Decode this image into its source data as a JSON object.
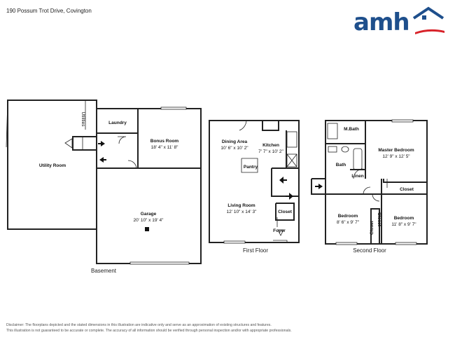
{
  "header": {
    "address": "190 Possum Trot Drive, Covington"
  },
  "logo": {
    "text": "amh",
    "brand_color": "#1e4f8c",
    "accent_color": "#d8232a"
  },
  "floors": {
    "basement": {
      "label": "Basement",
      "rooms": {
        "utility_room": {
          "name": "Utility Room"
        },
        "utilities": {
          "name": "Utilities"
        },
        "laundry": {
          "name": "Laundry"
        },
        "bonus_room": {
          "name": "Bonus Room",
          "size": "18' 4\" x 11' 8\""
        },
        "garage": {
          "name": "Garage",
          "size": "20' 10\" x 19' 4\""
        }
      }
    },
    "first": {
      "label": "First Floor",
      "rooms": {
        "dining_area": {
          "name": "Dining Area",
          "size": "10' 6\" x 10' 2\""
        },
        "kitchen": {
          "name": "Kitchen",
          "size": "7' 7\" x 10' 2\""
        },
        "pantry": {
          "name": "Pantry"
        },
        "living_room": {
          "name": "Living Room",
          "size": "12' 10\" x 14' 3\""
        },
        "closet": {
          "name": "Closet"
        },
        "foyer": {
          "name": "Foyer"
        }
      }
    },
    "second": {
      "label": "Second Floor",
      "rooms": {
        "m_bath": {
          "name": "M.Bath"
        },
        "master_bedroom": {
          "name": "Master Bedroom",
          "size": "12' 9\" x 12' 5\""
        },
        "bath": {
          "name": "Bath"
        },
        "linen": {
          "name": "Linen"
        },
        "closet": {
          "name": "Closet"
        },
        "bedroom_1": {
          "name": "Bedroom",
          "size": "8' 6\" x 9' 7\""
        },
        "closet_left": {
          "name": "Closet"
        },
        "closet_right": {
          "name": "Closet"
        },
        "bedroom_2": {
          "name": "Bedroom",
          "size": "11' 8\" x 9' 7\""
        }
      }
    }
  },
  "disclaimer": {
    "line1": "Disclaimer: The floorplans depicted and the stated dimensions in this illustration are indicative only and serve as an approximation of existing structures and features.",
    "line2": "This illustration is not guaranteed to be accurate or complete. The accuracy of all information should be verified through personal inspection and/or with appropriate professionals."
  }
}
